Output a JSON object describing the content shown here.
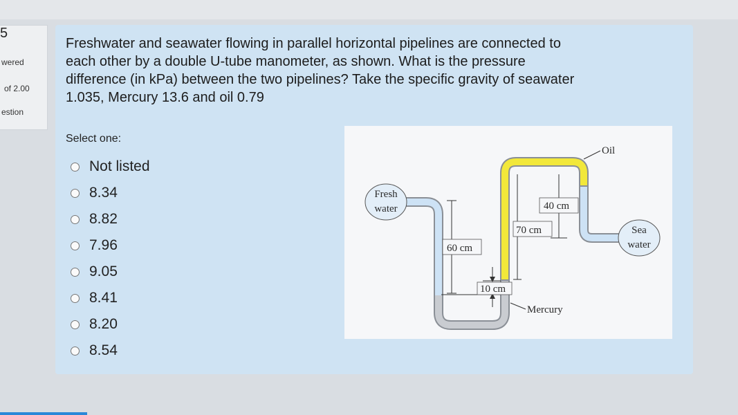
{
  "sidebar": {
    "question_number": "5",
    "status": "wered",
    "marks": "of 2.00",
    "flag": "estion"
  },
  "question": {
    "lines": [
      "Freshwater and seawater flowing in parallel horizontal pipelines are connected to",
      "each other by a double U-tube manometer, as shown. What is the pressure",
      "difference (in kPa) between the two pipelines? Take the specific gravity of seawater",
      "1.035, Mercury 13.6 and oil 0.79"
    ],
    "prompt": "Select one:",
    "options": [
      "Not listed",
      "8.34",
      "8.82",
      "7.96",
      "9.05",
      "8.41",
      "8.20",
      "8.54"
    ]
  },
  "figure": {
    "fresh_line1": "Fresh",
    "fresh_line2": "water",
    "sea_line1": "Sea",
    "sea_line2": "water",
    "oil": "Oil",
    "mercury": "Mercury",
    "dim_60": "60 cm",
    "dim_10": "10 cm",
    "dim_70": "70 cm",
    "dim_40": "40 cm",
    "colors": {
      "oil": "#f2e83a",
      "water": "#cde2f5",
      "mercury": "#c9ccd1",
      "pipe": "#8a8f96"
    }
  }
}
